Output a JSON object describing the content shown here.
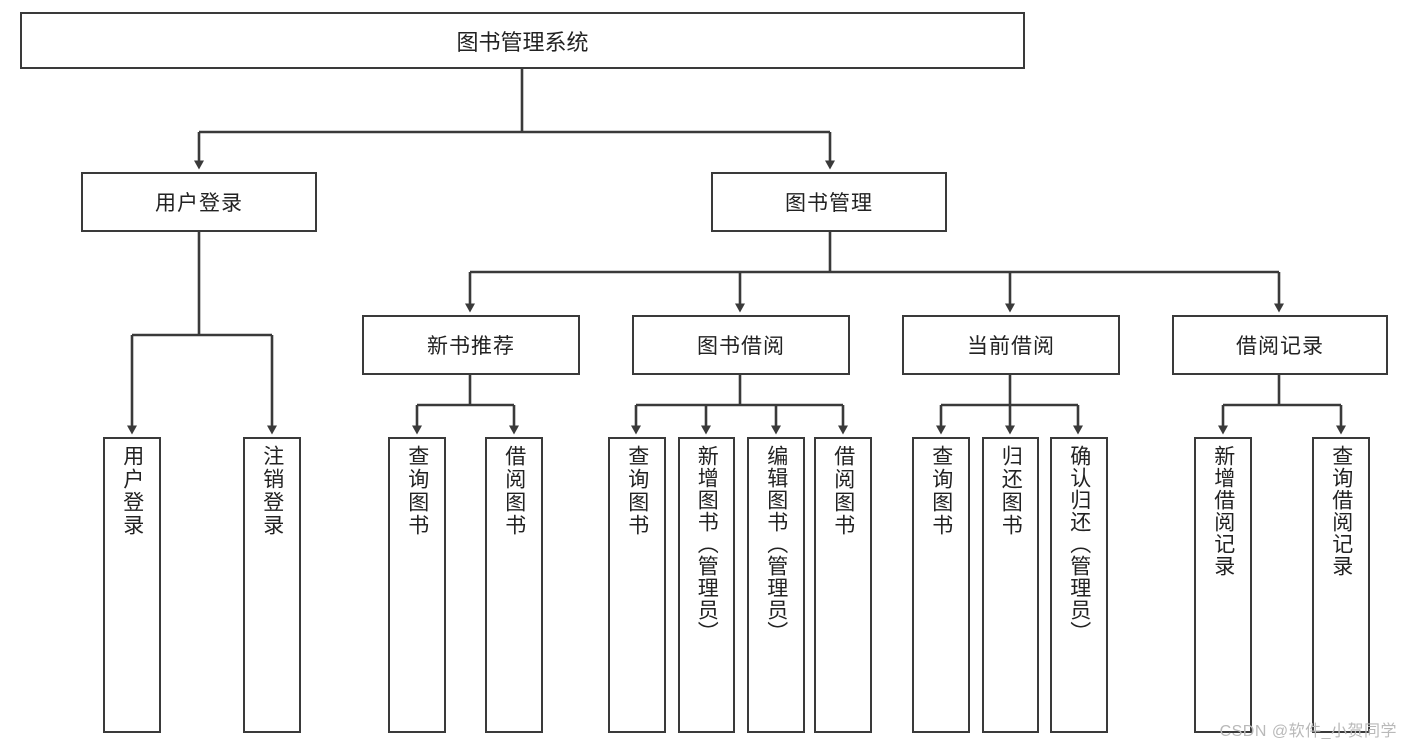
{
  "diagram": {
    "title": "图书管理系统",
    "type": "tree",
    "root": {
      "label": "图书管理系统",
      "children": [
        {
          "label": "用户登录",
          "children": [
            {
              "label": "用户登录"
            },
            {
              "label": "注销登录"
            }
          ]
        },
        {
          "label": "图书管理",
          "children": [
            {
              "label": "新书推荐",
              "children": [
                {
                  "label": "查询图书"
                },
                {
                  "label": "借阅图书"
                }
              ]
            },
            {
              "label": "图书借阅",
              "children": [
                {
                  "label": "查询图书"
                },
                {
                  "label": "新增图书（管理员）"
                },
                {
                  "label": "编辑图书（管理员）"
                },
                {
                  "label": "借阅图书"
                }
              ]
            },
            {
              "label": "当前借阅",
              "children": [
                {
                  "label": "查询图书"
                },
                {
                  "label": "归还图书"
                },
                {
                  "label": "确认归还（管理员）"
                }
              ]
            },
            {
              "label": "借阅记录",
              "children": [
                {
                  "label": "新增借阅记录"
                },
                {
                  "label": "查询借阅记录"
                }
              ]
            }
          ]
        }
      ]
    },
    "nodes": {
      "root": "图书管理系统",
      "l2": {
        "user_login": "用户登录",
        "book_manage": "图书管理"
      },
      "l3": {
        "new_book_rec": "新书推荐",
        "book_borrow": "图书借阅",
        "current_borrow": "当前借阅",
        "borrow_record": "借阅记录"
      },
      "leaves": {
        "user_login": "用户登录",
        "logout": "注销登录",
        "rec_query_book": "查询图书",
        "rec_borrow_book": "借阅图书",
        "bb_query_book": "查询图书",
        "bb_add_book": "新增图书（管理员）",
        "bb_edit_book": "编辑图书（管理员）",
        "bb_borrow_book": "借阅图书",
        "cb_query_book": "查询图书",
        "cb_return_book": "归还图书",
        "cb_confirm_return": "确认归还（管理员）",
        "br_add_record": "新增借阅记录",
        "br_query_record": "查询借阅记录"
      }
    },
    "colors": {
      "border": "#3a3a3a",
      "background": "#ffffff",
      "text": "#222222",
      "watermark": "#b9b9b9"
    },
    "watermark": "CSDN @软件_小贺同学"
  }
}
